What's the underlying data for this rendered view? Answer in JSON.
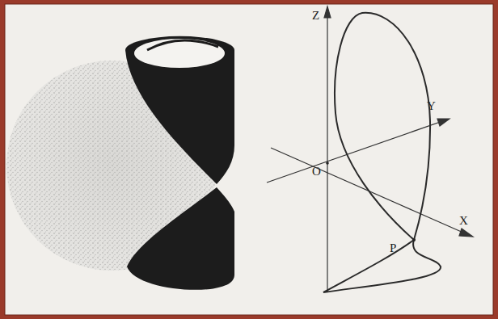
{
  "diagram": {
    "labels": [
      "Z",
      "Y",
      "O",
      "P",
      "X"
    ]
  }
}
